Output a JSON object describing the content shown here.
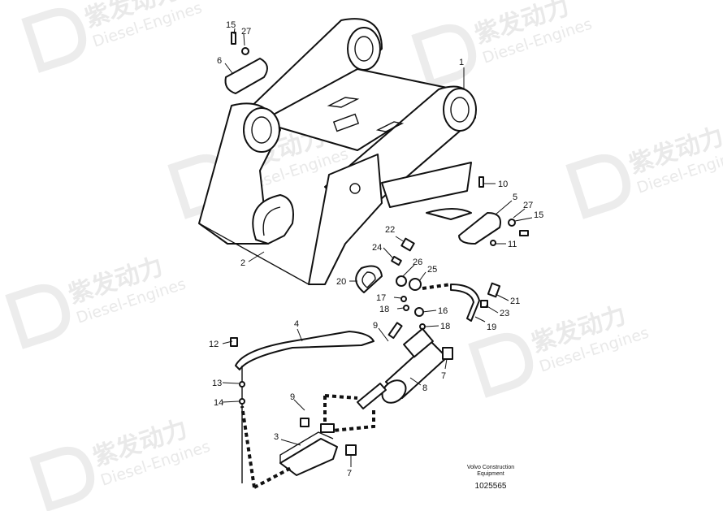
{
  "watermark": {
    "cn": "紫发动力",
    "en": "Diesel-Engines"
  },
  "callouts": [
    {
      "id": "c1",
      "text": "1"
    },
    {
      "id": "c2",
      "text": "2"
    },
    {
      "id": "c3",
      "text": "3"
    },
    {
      "id": "c4",
      "text": "4"
    },
    {
      "id": "c5",
      "text": "5"
    },
    {
      "id": "c6",
      "text": "6"
    },
    {
      "id": "c7a",
      "text": "7"
    },
    {
      "id": "c7b",
      "text": "7"
    },
    {
      "id": "c8",
      "text": "8"
    },
    {
      "id": "c9a",
      "text": "9"
    },
    {
      "id": "c9b",
      "text": "9"
    },
    {
      "id": "c10",
      "text": "10"
    },
    {
      "id": "c11",
      "text": "11"
    },
    {
      "id": "c12",
      "text": "12"
    },
    {
      "id": "c13",
      "text": "13"
    },
    {
      "id": "c14",
      "text": "14"
    },
    {
      "id": "c15a",
      "text": "15"
    },
    {
      "id": "c15b",
      "text": "15"
    },
    {
      "id": "c16",
      "text": "16"
    },
    {
      "id": "c17",
      "text": "17"
    },
    {
      "id": "c18a",
      "text": "18"
    },
    {
      "id": "c18b",
      "text": "18"
    },
    {
      "id": "c19",
      "text": "19"
    },
    {
      "id": "c20",
      "text": "20"
    },
    {
      "id": "c21",
      "text": "21"
    },
    {
      "id": "c22",
      "text": "22"
    },
    {
      "id": "c23",
      "text": "23"
    },
    {
      "id": "c24",
      "text": "24"
    },
    {
      "id": "c25",
      "text": "25"
    },
    {
      "id": "c26",
      "text": "26"
    },
    {
      "id": "c27a",
      "text": "27"
    },
    {
      "id": "c27b",
      "text": "27"
    }
  ],
  "footer": {
    "line1": "Volvo Construction",
    "line2": "Equipment",
    "drawing_number": "1025565"
  }
}
